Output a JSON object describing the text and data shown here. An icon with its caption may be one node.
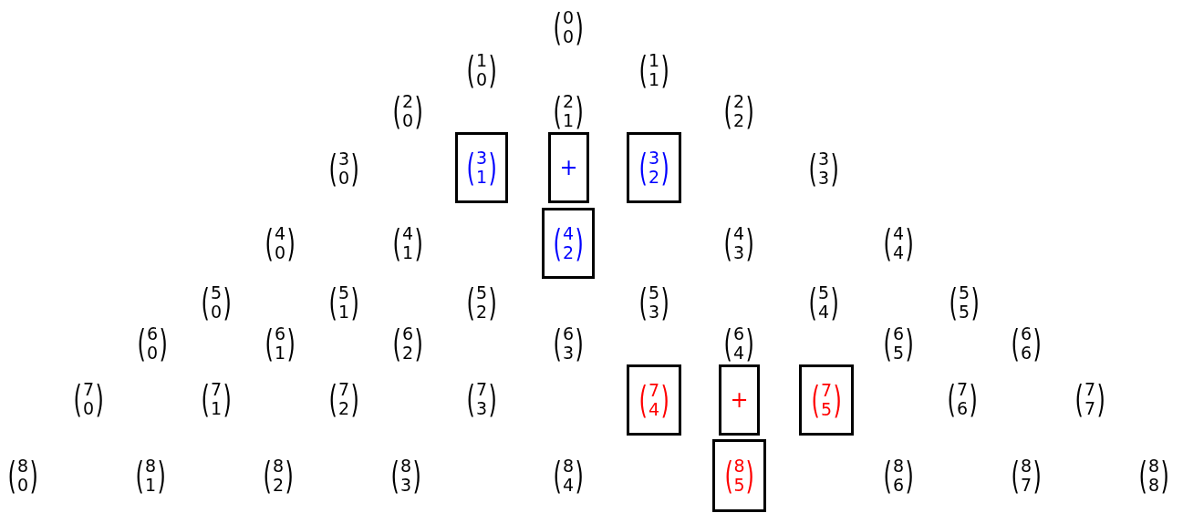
{
  "diagram": {
    "nodes": [
      {
        "text": [
          "(3 1)"
        ]
      },
      {
        "text": [
          "+"
        ]
      },
      {
        "text": [
          "(3 2)"
        ]
      },
      {
        "text": [
          "(4 2)"
        ]
      },
      {
        "text": [
          "(7 4)"
        ]
      },
      {
        "text": [
          "+"
        ]
      },
      {
        "text": [
          "(7 5)"
        ]
      },
      {
        "text": [
          "(8 5)"
        ]
      }
    ],
    "labels": [
      "(0 0)",
      "(1 0)",
      "(1 1)",
      "(2 0)",
      "(2 1)",
      "(2 2)",
      "(3 0)",
      "(3 3)",
      "(4 0)",
      "(4 1)",
      "(4 3)",
      "(4 4)",
      "(5 0)",
      "(5 1)",
      "(5 2)",
      "(5 3)",
      "(5 4)",
      "(5 5)",
      "(6 0)",
      "(6 1)",
      "(6 2)",
      "(6 3)",
      "(6 4)",
      "(6 5)",
      "(6 6)",
      "(7 0)",
      "(7 1)",
      "(7 2)",
      "(7 3)",
      "(7 6)",
      "(7 7)",
      "(8 0)",
      "(8 1)",
      "(8 2)",
      "(8 3)",
      "(8 4)",
      "(8 6)",
      "(8 7)",
      "(8 8)"
    ]
  }
}
